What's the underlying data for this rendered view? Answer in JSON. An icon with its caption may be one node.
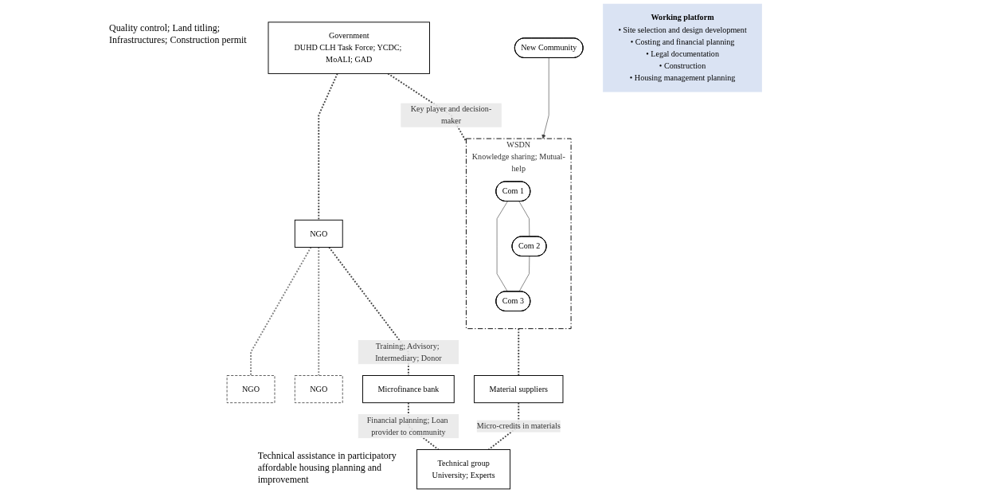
{
  "diagram": {
    "nodes": [
      {
        "text": [
          "Government",
          "DUHD CLH Task Force; YCDC; MoALI; GAD"
        ],
        "beside": [
          "Quality control; Land titling; Infrastructures; Construction permit"
        ]
      },
      {
        "text": [
          "WSDN",
          "Knowledge sharing; Mutual-help"
        ]
      },
      {
        "text": [
          "New Community"
        ]
      },
      {
        "text": [
          "Com 1"
        ],
        "in": 1
      },
      {
        "text": [
          "Com 2"
        ],
        "in": 1
      },
      {
        "text": [
          "Com 3"
        ],
        "in": 1
      },
      {
        "text": [
          "Material suppliers"
        ]
      },
      {
        "text": [
          "Working platform",
          "• Site selection and design development",
          "• Costing and financial planning",
          "• Legal documentation",
          "• Construction",
          "• Housing management planning"
        ]
      },
      {
        "text": [
          "NGO"
        ]
      },
      {
        "text": [
          "NGO"
        ]
      },
      {
        "text": [
          "NGO"
        ]
      },
      {
        "text": [
          "Microfinance bank"
        ]
      },
      {
        "text": [
          "Technical group",
          "University; Experts"
        ],
        "beside": [
          "Technical assistance in participatory affordable housing planning and improvement"
        ]
      }
    ],
    "edges": [
      {
        "from": 0,
        "to": 1,
        "arrow": "none",
        "style": "dashed",
        "label": "Key player and decision-maker"
      },
      {
        "from": 0,
        "to": 8,
        "arrow": "none",
        "style": "dashed"
      },
      {
        "from": 2,
        "to": 1,
        "arrow": "to"
      },
      {
        "from": 3,
        "to": 4,
        "arrow": "none"
      },
      {
        "from": 3,
        "to": 5,
        "arrow": "none"
      },
      {
        "from": 4,
        "to": 5,
        "arrow": "none"
      },
      {
        "from": 1,
        "to": 6,
        "arrow": "none",
        "style": "dashed"
      },
      {
        "from": 6,
        "to": 12,
        "arrow": "none",
        "style": "dashed",
        "label": "Micro-credits in materials"
      },
      {
        "from": 8,
        "to": 9,
        "arrow": "none",
        "style": "dashed",
        "color": "#808080"
      },
      {
        "from": 8,
        "to": 10,
        "arrow": "none",
        "style": "dashed",
        "color": "#808080"
      },
      {
        "from": 8,
        "to": 11,
        "arrow": "none",
        "style": "dashed",
        "label": "Training; Advisory; Intermediary; Donor"
      },
      {
        "from": 11,
        "to": 12,
        "arrow": "none",
        "style": "dashed",
        "label": "Financial planning; Loan provider to community"
      }
    ]
  }
}
